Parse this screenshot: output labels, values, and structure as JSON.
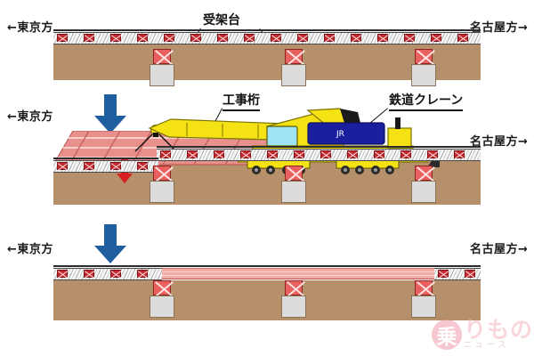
{
  "diagram": {
    "title_absent": "",
    "panels": [
      {
        "id": "panel-1",
        "direction_left": "←東京方",
        "direction_right": "名古屋方→",
        "callouts": [
          {
            "name": "uke-kadai",
            "text": "受架台"
          }
        ]
      },
      {
        "id": "panel-2",
        "direction_left": "←東京方",
        "direction_right": "名古屋方→",
        "callouts": [
          {
            "name": "koji-keta",
            "text": "工事桁"
          },
          {
            "name": "tetsudo-crane",
            "text": "鉄道クレーン"
          }
        ]
      },
      {
        "id": "panel-3",
        "direction_left": "←東京方",
        "direction_right": "名古屋方→",
        "callouts": []
      }
    ],
    "crane": {
      "body_mark": "JR"
    },
    "step_arrow_icon": "arrow-down-icon",
    "lower_arrow_icon": "arrow-down-red-icon",
    "watermark": {
      "badge": "乗",
      "main": "りもの",
      "sub": "ニュース"
    },
    "colors": {
      "ground": "#b6906a",
      "sleeper_red": "#c1272d",
      "stand_red": "#e8605f",
      "footing_gray": "#dcdcdc",
      "girder_pink": "#f2aaa6",
      "arrow_blue": "#1f5fa0",
      "arrow_red": "#d81f1f",
      "crane_yellow": "#f5e214",
      "crane_blue": "#1a1f9e",
      "rail_dark": "#2b2b2b",
      "watermark_pink": "#ef9aa8"
    }
  }
}
